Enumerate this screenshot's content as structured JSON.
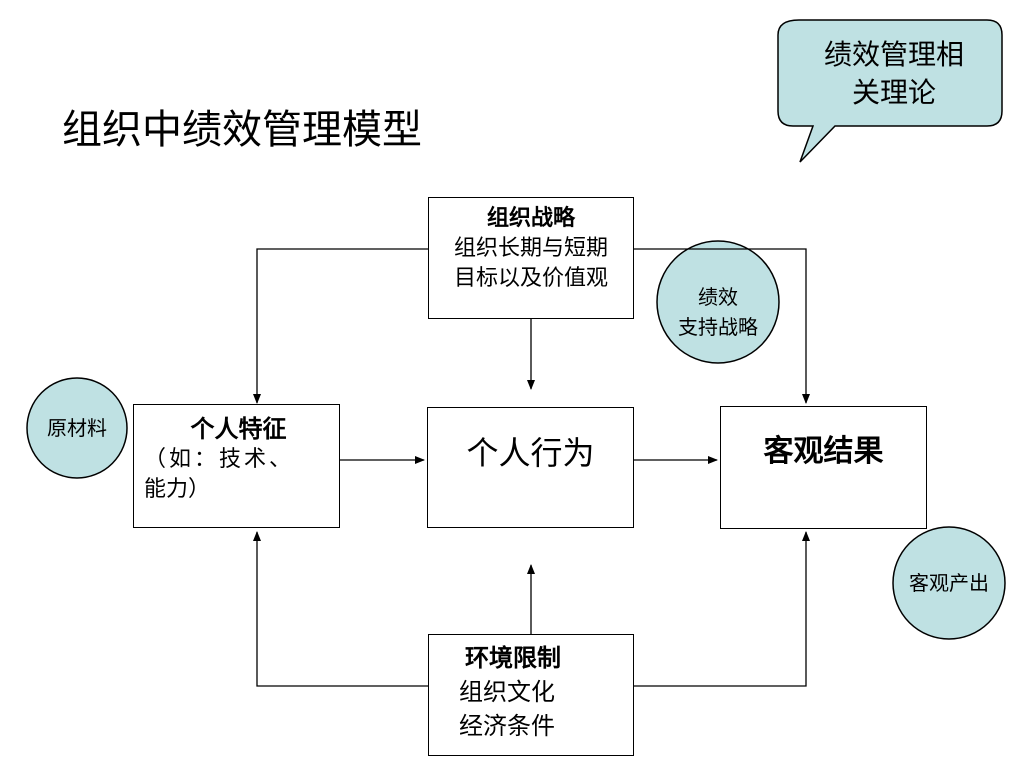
{
  "title": "组织中绩效管理模型",
  "callout": {
    "line1": "绩效管理相",
    "line2": "关理论"
  },
  "boxes": {
    "strategy": {
      "head": "组织战略",
      "line1": "组织长期与短期",
      "line2": "目标以及价值观"
    },
    "traits": {
      "head": "个人特征",
      "line1": "（如：技术、",
      "line2": "能力）"
    },
    "behavior": {
      "head": "个人行为"
    },
    "results": {
      "head": "客观结果"
    },
    "environment": {
      "head": "环境限制",
      "line1": "组织文化",
      "line2": "经济条件"
    }
  },
  "circles": {
    "raw_materials": "原材料",
    "perf_support": {
      "line1": "绩效",
      "line2": "支持战略"
    },
    "objective_output": "客观产出"
  },
  "colors": {
    "shape_fill": "#bfe1e3",
    "line": "#000000"
  }
}
